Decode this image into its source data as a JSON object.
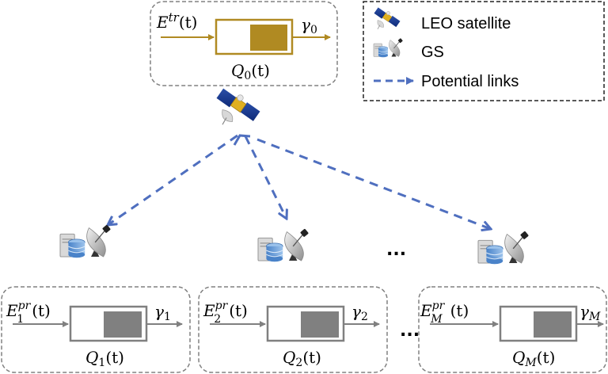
{
  "legend": {
    "items": [
      {
        "icon": "satellite-icon",
        "label": "LEO satellite"
      },
      {
        "icon": "ground-station-icon",
        "label": "GS"
      },
      {
        "icon": "dashed-arrow-icon",
        "label": "Potential links"
      }
    ]
  },
  "satellite_queue": {
    "input": "E",
    "input_sup": "tr",
    "input_arg": "(t)",
    "output": "γ",
    "output_sub": "0",
    "queue": "Q",
    "queue_sub": "0",
    "queue_arg": "(t)",
    "color": "#B08A22"
  },
  "gs_queues": [
    {
      "input": "E",
      "input_sup": "pr",
      "input_sub": "1",
      "input_arg": "(t)",
      "output": "γ",
      "output_sub": "1",
      "queue": "Q",
      "queue_sub": "1",
      "queue_arg": "(t)"
    },
    {
      "input": "E",
      "input_sup": "pr",
      "input_sub": "2",
      "input_arg": "(t)",
      "output": "γ",
      "output_sub": "2",
      "queue": "Q",
      "queue_sub": "2",
      "queue_arg": "(t)"
    },
    {
      "input": "E",
      "input_sup": "pr",
      "input_sub": "M",
      "input_arg": "(t)",
      "output": "γ",
      "output_sub": "M",
      "queue": "Q",
      "queue_sub": "M",
      "queue_arg": "(t)"
    }
  ],
  "ellipsis": "...",
  "colors": {
    "link": "#4F6FBF",
    "gs_queue": "#808080",
    "dashed_border": "#808080"
  }
}
